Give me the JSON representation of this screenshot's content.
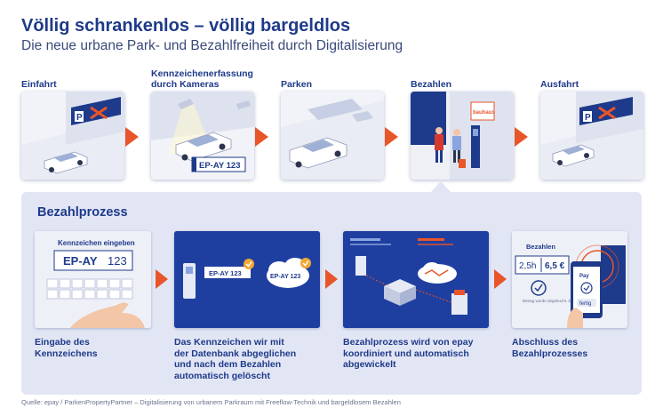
{
  "header": {
    "title": "Völlig schrankenlos – völlig bargeldlos",
    "subtitle": "Die neue urbane Park- und Bezahlfreiheit durch Digitalisierung"
  },
  "steps": [
    {
      "label": "Einfahrt"
    },
    {
      "label": "Kennzeichenerfassung durch Kameras"
    },
    {
      "label": "Parken"
    },
    {
      "label": "Bezahlen"
    },
    {
      "label": "Ausfahrt"
    }
  ],
  "scene_text": {
    "parking_sign": "P",
    "plate": "EP-AY 123",
    "store_sign": "bauhaus"
  },
  "process": {
    "title": "Bezahlprozess",
    "input_card": {
      "heading": "Kennzeichen eingeben",
      "plate_prefix": "EP-AY",
      "plate_number": "123"
    },
    "database_card": {
      "plate_a": "EP-AY 123",
      "plate_b": "EP-AY 123"
    },
    "payment_card": {
      "heading": "Bezahlen",
      "duration": "2,5h",
      "amount": "6,5 €",
      "phone_label": "Pay",
      "phone_button": "fertig",
      "receipt_text": "Betrag wurde abgebucht. Danke."
    },
    "steps": [
      {
        "line1": "Eingabe des",
        "line2": "Kennzeichens"
      },
      {
        "line1": "Das Kennzeichen wir mit",
        "line2": "der Datenbank abgeglichen",
        "line3": "und nach dem Bezahlen",
        "line4": "automatisch gelöscht"
      },
      {
        "line1": "Bezahlprozess wird von epay",
        "line2": "koordiniert und automatisch",
        "line3": "abgewickelt"
      },
      {
        "line1": "Abschluss des",
        "line2": "Bezahlprozesses"
      }
    ]
  },
  "footer": {
    "source": "Quelle: epay / ParkenPropertyPartner – Digitalisierung von urbanem Parkraum mit Freeflow-Technik und bargeldlosem Bezahlen"
  },
  "colors": {
    "accent": "#e8552a",
    "navy": "#1e3a8a",
    "card_blue": "#1f3fa0",
    "panel": "#e2e6f4"
  }
}
